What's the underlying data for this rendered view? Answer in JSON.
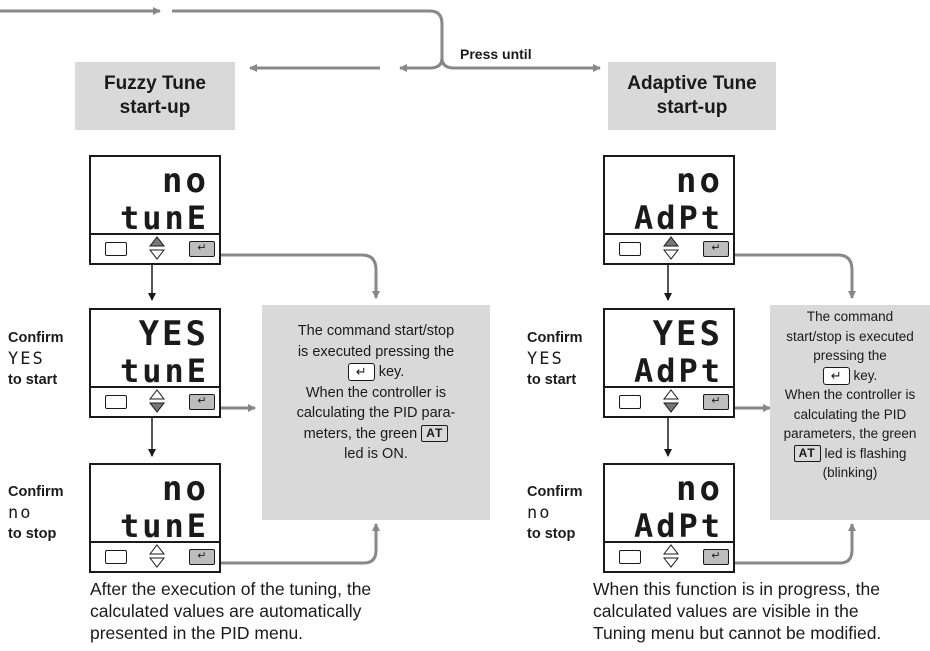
{
  "press_until": "Press until",
  "left": {
    "header_line1": "Fuzzy Tune",
    "header_line2": "start-up",
    "d1_top": "no",
    "d1_bot": "tunE",
    "d2_top": "YES",
    "d2_bot": "tunE",
    "d3_top": "no",
    "d3_bot": "tunE",
    "confirm1": "Confirm",
    "confirm1_val": "YES",
    "confirm1_act": "to start",
    "confirm2": "Confirm",
    "confirm2_val": "no",
    "confirm2_act": "to stop",
    "info_l1": "The command start/stop",
    "info_l2": "is executed pressing the",
    "info_l3_key": "↵",
    "info_l3_tail": "key.",
    "info_l4": "When the controller is",
    "info_l5": "calculating the PID para-",
    "info_l6_pre": "meters, the green",
    "info_l6_at": "AT",
    "info_l7": "led is ON.",
    "note_l1": "After the execution of the tuning, the",
    "note_l2": "calculated values are automatically",
    "note_l3": "presented in the PID menu."
  },
  "right": {
    "header_line1": "Adaptive Tune",
    "header_line2": "start-up",
    "d1_top": "no",
    "d1_bot": "AdPt",
    "d2_top": "YES",
    "d2_bot": "AdPt",
    "d3_top": "no",
    "d3_bot": "AdPt",
    "confirm1": "Confirm",
    "confirm1_val": "YES",
    "confirm1_act": "to start",
    "confirm2": "Confirm",
    "confirm2_val": "no",
    "confirm2_act": "to stop",
    "info_l1": "The command",
    "info_l2": "start/stop is executed",
    "info_l3": "pressing the",
    "info_l4_key": "↵",
    "info_l4_tail": "key.",
    "info_l5": "When the controller is",
    "info_l6": "calculating the PID",
    "info_l7": "parameters, the green",
    "info_l8_at": "AT",
    "info_l8_tail": "led is flashing",
    "info_l9": "(blinking)",
    "note_l1": "When this function is in progress, the",
    "note_l2": "calculated values are visible in the",
    "note_l3": "Tuning menu but cannot be modified."
  }
}
